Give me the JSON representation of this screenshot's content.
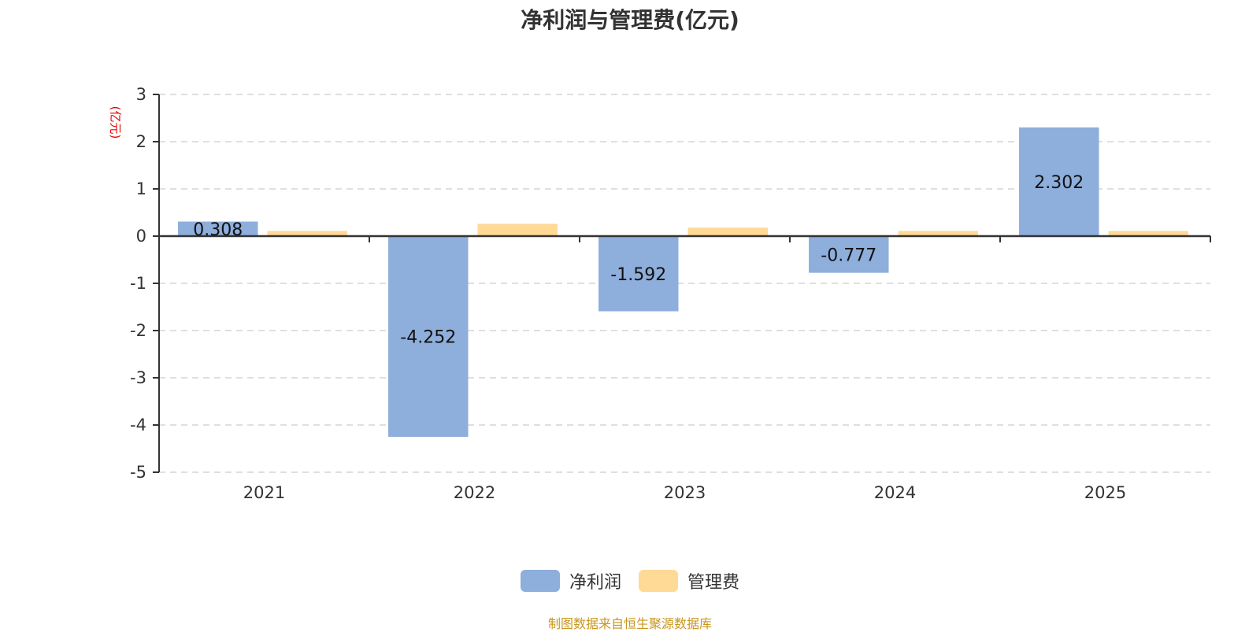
{
  "chart_data": {
    "type": "bar",
    "title": "净利润与管理费(亿元)",
    "ylabel": "(亿元)",
    "xlabel": "",
    "categories": [
      "2021",
      "2022",
      "2023",
      "2024",
      "2025"
    ],
    "series": [
      {
        "name": "净利润",
        "color": "#8eaedb",
        "values": [
          0.308,
          -4.252,
          -1.592,
          -0.777,
          2.302
        ],
        "labels": [
          "0.308",
          "-4.252",
          "-1.592",
          "-0.777",
          "2.302"
        ]
      },
      {
        "name": "管理费",
        "color": "#ffd996",
        "values": [
          0.11,
          0.26,
          0.18,
          0.11,
          0.11
        ]
      }
    ],
    "ylim": [
      -5,
      3
    ],
    "yticks": [
      "3",
      "2",
      "1",
      "0",
      "-1",
      "-2",
      "-3",
      "-4",
      "-5"
    ],
    "ytick_values": [
      3,
      2,
      1,
      0,
      -1,
      -2,
      -3,
      -4,
      -5
    ],
    "grid": true,
    "legend": "bottom-center"
  },
  "footer": {
    "source": "制图数据来自恒生聚源数据库",
    "source_color": "#c8961e"
  },
  "colors": {
    "axis": "#333333",
    "grid": "#cccccc",
    "unit_label": "#e60000"
  }
}
